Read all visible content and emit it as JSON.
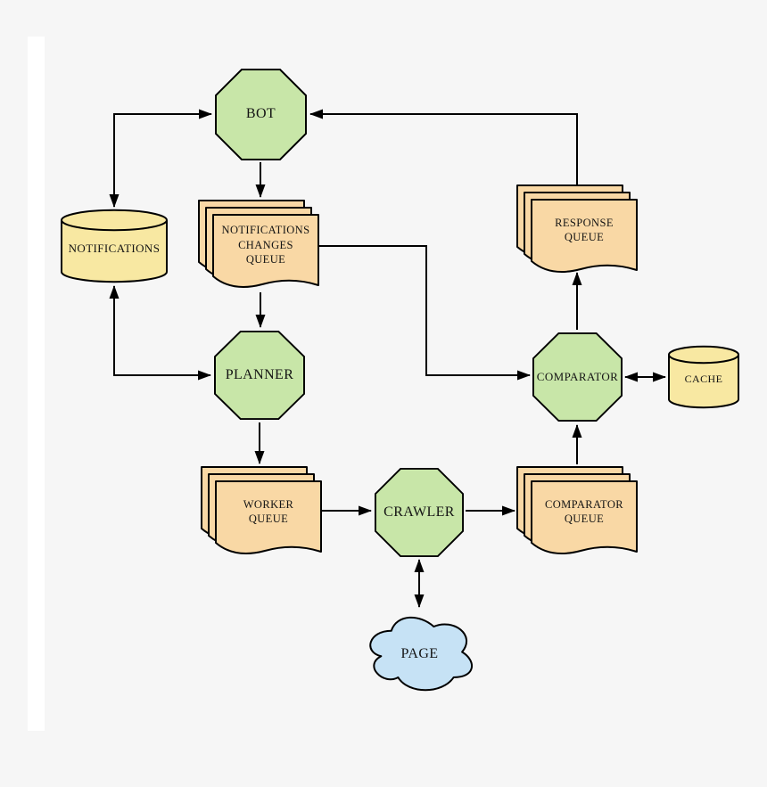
{
  "diagram": {
    "description": "Web crawling / change-detection system architecture flow diagram",
    "colors": {
      "background": "#f6f6f6",
      "left_strip": "#ffffff",
      "process_fill": "#c8e6a8",
      "queue_fill": "#f9d8a5",
      "datastore_fill": "#f8e8a2",
      "cloud_fill": "#c6e2f5",
      "stroke": "#000000"
    },
    "nodes": {
      "bot": {
        "label": "BOT",
        "shape": "octagon"
      },
      "notifications": {
        "label": "NOTIFICATIONS",
        "shape": "cylinder"
      },
      "notifications_changes_queue": {
        "label": "NOTIFICATIONS\nCHANGES\nQUEUE",
        "shape": "document-stack"
      },
      "planner": {
        "label": "PLANNER",
        "shape": "octagon"
      },
      "worker_queue": {
        "label": "WORKER\nQUEUE",
        "shape": "document-stack"
      },
      "crawler": {
        "label": "CRAWLER",
        "shape": "octagon"
      },
      "comparator_queue": {
        "label": "COMPARATOR\nQUEUE",
        "shape": "document-stack"
      },
      "comparator": {
        "label": "COMPARATOR",
        "shape": "octagon"
      },
      "cache": {
        "label": "CACHE",
        "shape": "cylinder"
      },
      "response_queue": {
        "label": "RESPONSE\nQUEUE",
        "shape": "document-stack"
      },
      "page": {
        "label": "PAGE",
        "shape": "cloud"
      }
    },
    "edges": [
      {
        "from": "notifications",
        "to": "bot",
        "bidirectional": true
      },
      {
        "from": "bot",
        "to": "notifications_changes_queue",
        "bidirectional": false
      },
      {
        "from": "notifications_changes_queue",
        "to": "planner",
        "bidirectional": false
      },
      {
        "from": "notifications",
        "to": "planner",
        "bidirectional": true
      },
      {
        "from": "planner",
        "to": "worker_queue",
        "bidirectional": false
      },
      {
        "from": "worker_queue",
        "to": "crawler",
        "bidirectional": false
      },
      {
        "from": "crawler",
        "to": "comparator_queue",
        "bidirectional": false
      },
      {
        "from": "crawler",
        "to": "page",
        "bidirectional": true
      },
      {
        "from": "comparator_queue",
        "to": "comparator",
        "bidirectional": false
      },
      {
        "from": "notifications_changes_queue",
        "to": "comparator",
        "bidirectional": false
      },
      {
        "from": "comparator",
        "to": "cache",
        "bidirectional": true
      },
      {
        "from": "comparator",
        "to": "response_queue",
        "bidirectional": false
      },
      {
        "from": "response_queue",
        "to": "bot",
        "bidirectional": false
      }
    ]
  }
}
